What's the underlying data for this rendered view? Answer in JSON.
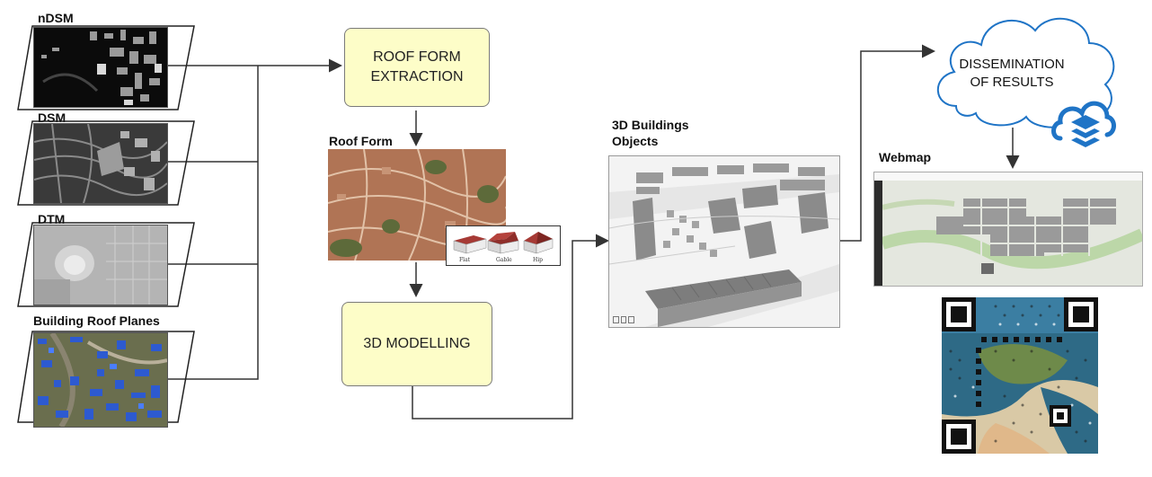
{
  "inputs": {
    "ndsm_label": "nDSM",
    "dsm_label": "DSM",
    "dtm_label": "DTM",
    "roof_planes_label": "Building Roof Planes"
  },
  "steps": {
    "roof_form_extraction": "ROOF FORM EXTRACTION",
    "modelling": "3D MODELLING"
  },
  "outputs": {
    "roof_form_label": "Roof Form",
    "roof_types": [
      "Flat",
      "Gable",
      "Hip"
    ],
    "buildings_label": "3D Buildings Objects",
    "dissemination": "DISSEMINATION OF RESULTS",
    "webmap_label": "Webmap"
  },
  "colors": {
    "process_box": "#fdfdc8",
    "cloud_outline": "#1f74c6",
    "roof_red": "#a63a35"
  }
}
